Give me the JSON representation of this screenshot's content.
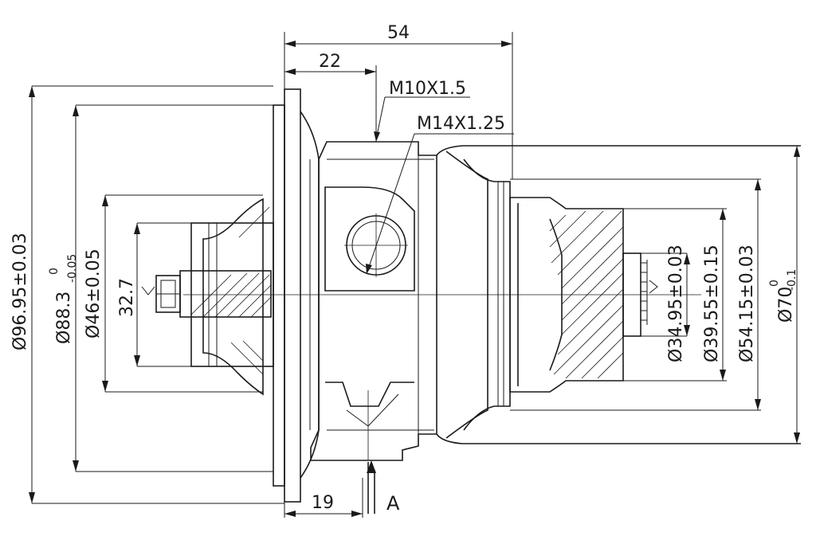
{
  "dimensions": {
    "overall_length": "54",
    "compressor_width": "22",
    "bearing_offset": "19",
    "thread_1": "M10X1.5",
    "thread_2": "M14X1.25",
    "view_label": "A",
    "comp_d1_main": "Ø96.95±0.03",
    "comp_d2_main": "Ø88.3",
    "comp_d2_tol_upper": "0",
    "comp_d2_tol_lower": "-0.05",
    "comp_d3": "Ø46±0.05",
    "comp_d4": "32.7",
    "turb_d1": "Ø34.95±0.03",
    "turb_d2": "Ø39.55±0.15",
    "turb_d3": "Ø54.15±0.03",
    "turb_d4_main": "Ø70",
    "turb_d4_tol_upper": "0",
    "turb_d4_tol_lower": "-0.1"
  }
}
